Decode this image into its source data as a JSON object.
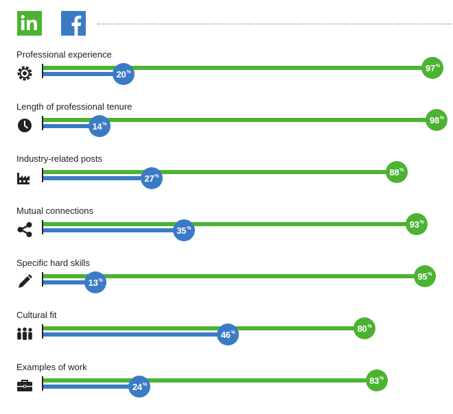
{
  "chart_data": {
    "type": "bar",
    "orientation": "horizontal",
    "xlim": [
      0,
      100
    ],
    "categories": [
      "Professional experience",
      "Length of professional tenure",
      "Industry-related posts",
      "Mutual connections",
      "Specific hard skills",
      "Cultural fit",
      "Examples of work"
    ],
    "icons": [
      "gear-icon",
      "clock-icon",
      "factory-icon",
      "share-icon",
      "pencil-icon",
      "people-icon",
      "briefcase-icon"
    ],
    "series": [
      {
        "logo": "linkedin-logo",
        "color": "#4cb332",
        "values": [
          97,
          98,
          88,
          93,
          95,
          80,
          83
        ]
      },
      {
        "logo": "facebook-logo",
        "color": "#3b7bc6",
        "values": [
          20,
          14,
          27,
          35,
          13,
          46,
          24
        ]
      }
    ],
    "value_suffix": "%"
  },
  "header": {
    "logos": [
      "linkedin-logo",
      "facebook-logo"
    ]
  }
}
